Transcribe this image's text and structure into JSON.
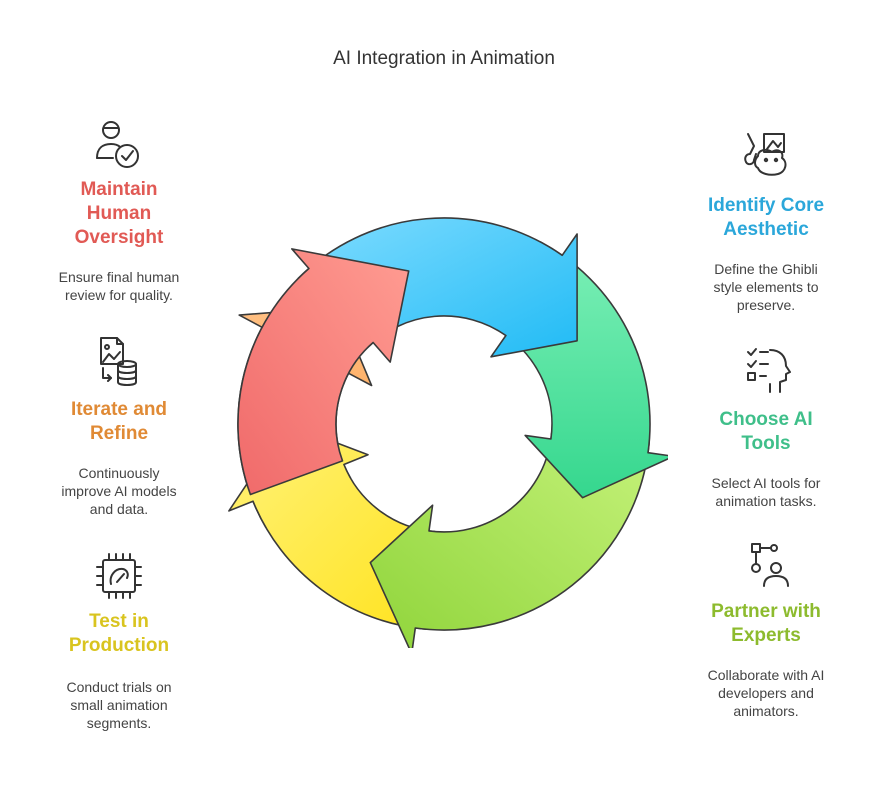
{
  "title": "AI Integration in Animation",
  "colors": {
    "red": "#E15A55",
    "blue": "#2BA7DA",
    "green": "#3FBF8A",
    "lime": "#8DBB2E",
    "yellow": "#D9C41F",
    "orange": "#E08A35"
  },
  "steps": {
    "oversight": {
      "icon": "person-check-icon",
      "heading": [
        "Maintain",
        "Human",
        "Oversight"
      ],
      "desc": [
        "Ensure final human",
        "review for quality."
      ]
    },
    "aesthetic": {
      "icon": "totoro-art-icon",
      "heading": [
        "Identify Core",
        "Aesthetic"
      ],
      "desc": [
        "Define the Ghibli",
        "style elements to",
        "preserve."
      ]
    },
    "iterate": {
      "icon": "image-to-database-icon",
      "heading": [
        "Iterate and",
        "Refine"
      ],
      "desc": [
        "Continuously",
        "improve AI models",
        "and data."
      ]
    },
    "tools": {
      "icon": "checklist-head-icon",
      "heading": [
        "Choose AI",
        "Tools"
      ],
      "desc": [
        "Select AI tools for",
        "animation tasks."
      ]
    },
    "test": {
      "icon": "chip-gauge-icon",
      "heading": [
        "Test in",
        "Production"
      ],
      "desc": [
        "Conduct trials on",
        "small animation",
        "segments."
      ]
    },
    "partner": {
      "icon": "network-person-icon",
      "heading": [
        "Partner with",
        "Experts"
      ],
      "desc": [
        "Collaborate with AI",
        "developers and",
        "animators."
      ]
    }
  }
}
